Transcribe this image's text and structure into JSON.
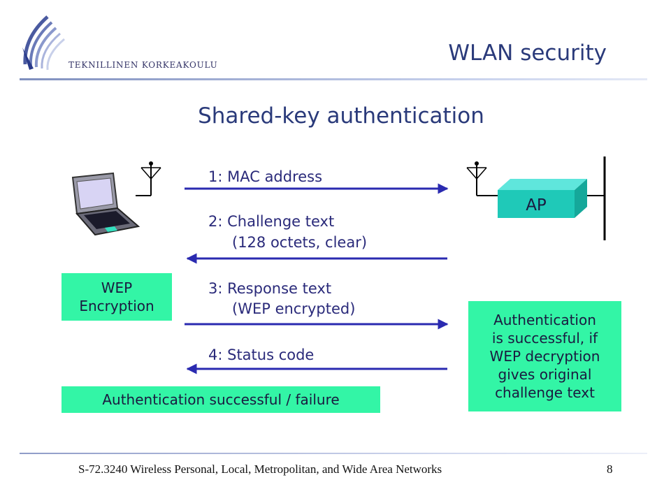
{
  "header": {
    "org_name": "TEKNILLINEN KORKEAKOULU",
    "slide_title": "WLAN security"
  },
  "heading": "Shared-key authentication",
  "steps": [
    {
      "line1": "1: MAC address",
      "line2": "",
      "direction": "right"
    },
    {
      "line1": "2: Challenge text",
      "line2": "(128 octets, clear)",
      "direction": "left"
    },
    {
      "line1": "3: Response text",
      "line2": "(WEP encrypted)",
      "direction": "right"
    },
    {
      "line1": "4: Status code",
      "line2": "",
      "direction": "left"
    }
  ],
  "ap_label": "AP",
  "boxes": {
    "wep_encryption": [
      "WEP",
      "Encryption"
    ],
    "auth_result": "Authentication successful / failure",
    "ap_check": [
      "Authentication",
      "is successful, if",
      "WEP decryption",
      "gives original",
      "challenge text"
    ]
  },
  "colors": {
    "box_fill": "#33f5a6",
    "arrow": "#2a2ab0",
    "ap_front": "#1fc9b8",
    "ap_top": "#5fe6dc",
    "ap_side": "#15a89a"
  },
  "footer": {
    "course": "S-72.3240 Wireless Personal, Local, Metropolitan, and Wide Area Networks",
    "page_number": "8"
  }
}
